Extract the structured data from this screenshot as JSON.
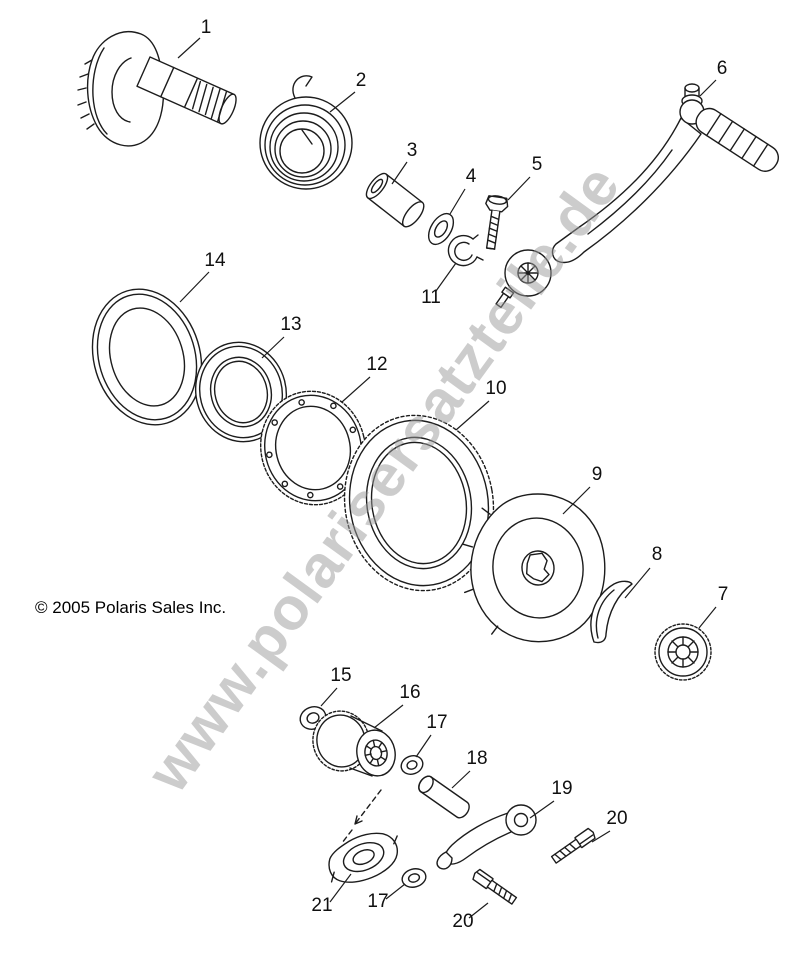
{
  "diagram": {
    "copyright": "© 2005 Polaris Sales Inc.",
    "watermark": "www.polarisersatzteile.de"
  },
  "colors": {
    "line": "#1c1c1c",
    "watermark": "#9b9b9b",
    "background": "#ffffff"
  },
  "callouts": [
    {
      "label": "1"
    },
    {
      "label": "2"
    },
    {
      "label": "3"
    },
    {
      "label": "4"
    },
    {
      "label": "5"
    },
    {
      "label": "6"
    },
    {
      "label": "11"
    },
    {
      "label": "14"
    },
    {
      "label": "13"
    },
    {
      "label": "12"
    },
    {
      "label": "10"
    },
    {
      "label": "9"
    },
    {
      "label": "8"
    },
    {
      "label": "7"
    },
    {
      "label": "15"
    },
    {
      "label": "16"
    },
    {
      "label": "17"
    },
    {
      "label": "18"
    },
    {
      "label": "19"
    },
    {
      "label": "20"
    },
    {
      "label": "21"
    },
    {
      "label": "17"
    },
    {
      "label": "20"
    }
  ]
}
